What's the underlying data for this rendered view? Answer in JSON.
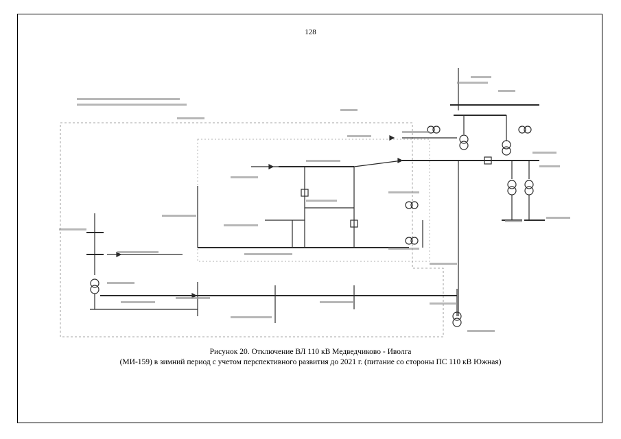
{
  "page_number": "128",
  "caption": {
    "line1": "Рисунок 20. Отключение ВЛ 110 кВ Медведчиково - Иволга",
    "line2": "(МИ-159) в зимний период с учетом перспективного развития до 2021 г. (питание со стороны ПС 110 кВ Южная)"
  },
  "colors": {
    "line": "#2a2a2a",
    "dashed": "#888888",
    "text": "#333333"
  }
}
